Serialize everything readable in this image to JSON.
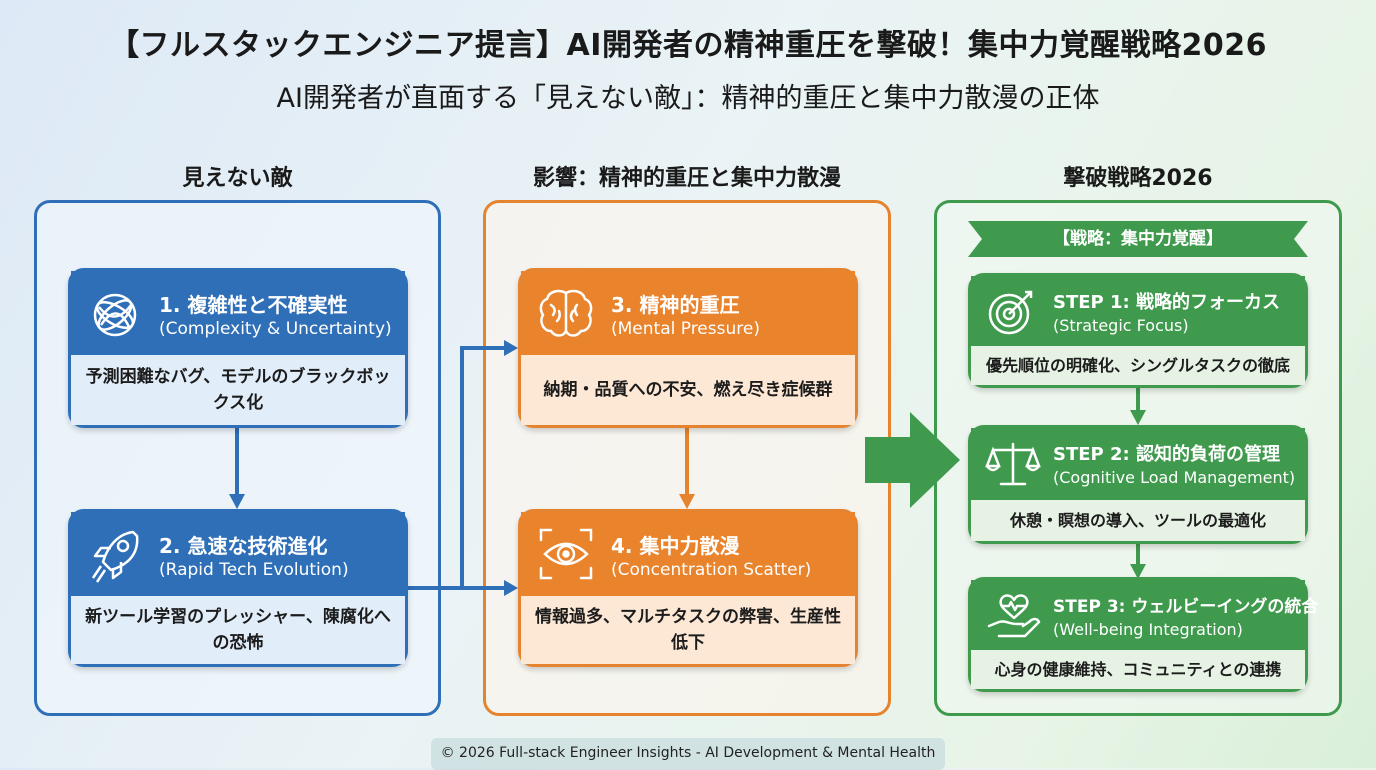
{
  "title": "【フルスタックエンジニア提言】AI開発者の精神重圧を撃破！集中力覚醒戦略2026",
  "subtitle": "AI開発者が直面する「見えない敵」：精神的重圧と集中力散漫の正体",
  "columns": {
    "enemy": {
      "heading": "見えない敵"
    },
    "impact": {
      "heading": "影響：精神的重圧と集中力散漫"
    },
    "strategy": {
      "heading": "撃破戦略2026",
      "banner": "【戦略：集中力覚醒】"
    }
  },
  "cards": [
    {
      "title": "1. 複雑性と不確実性",
      "subtitle": "(Complexity & Uncertainty)",
      "body": "予測困難なバグ、モデルのブラックボックス化",
      "icon": "tangled-yarn-icon"
    },
    {
      "title": "2. 急速な技術進化",
      "subtitle": "(Rapid Tech Evolution)",
      "body": "新ツール学習のプレッシャー、陳腐化への恐怖",
      "icon": "rocket-icon"
    },
    {
      "title": "3. 精神的重圧",
      "subtitle": "(Mental Pressure)",
      "body": "納期・品質への不安、燃え尽き症候群",
      "icon": "brain-icon"
    },
    {
      "title": "4. 集中力散漫",
      "subtitle": "(Concentration Scatter)",
      "body": "情報過多、マルチタスクの弊害、生産性低下",
      "icon": "scattered-eye-icon"
    }
  ],
  "steps": [
    {
      "title": "STEP 1: 戦略的フォーカス",
      "subtitle": "(Strategic Focus)",
      "body": "優先順位の明確化、シングルタスクの徹底",
      "icon": "target-icon"
    },
    {
      "title": "STEP 2: 認知的負荷の管理",
      "subtitle": "(Cognitive Load Management)",
      "body": "休憩・瞑想の導入、ツールの最適化",
      "icon": "balance-scale-icon"
    },
    {
      "title": "STEP 3: ウェルビーイングの統合",
      "subtitle": "(Well-being Integration)",
      "body": "心身の健康維持、コミュニティとの連携",
      "icon": "heart-hand-icon"
    }
  ],
  "colors": {
    "blue": "#2f6fb8",
    "orange": "#e5832e",
    "green": "#3f9a4e"
  },
  "footer": "© 2026 Full-stack Engineer Insights - AI Development & Mental Health"
}
